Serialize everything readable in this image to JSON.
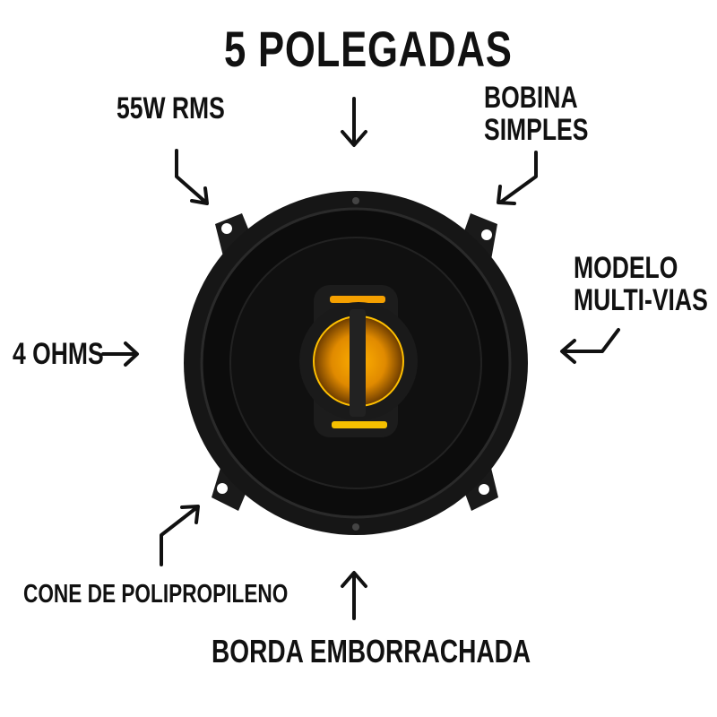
{
  "title": "5 POLEGADAS",
  "labels": {
    "power": "55W RMS",
    "coil": [
      "BOBINA",
      "SIMPLES"
    ],
    "model": [
      "MODELO",
      "MULTI-VIAS"
    ],
    "impedance": "4 OHMS",
    "cone": "CONE DE POLIPROPILENO",
    "edge": "BORDA EMBORRACHADA"
  },
  "colors": {
    "accent": "#f5a000",
    "speaker": "#111111",
    "text": "#111111"
  }
}
